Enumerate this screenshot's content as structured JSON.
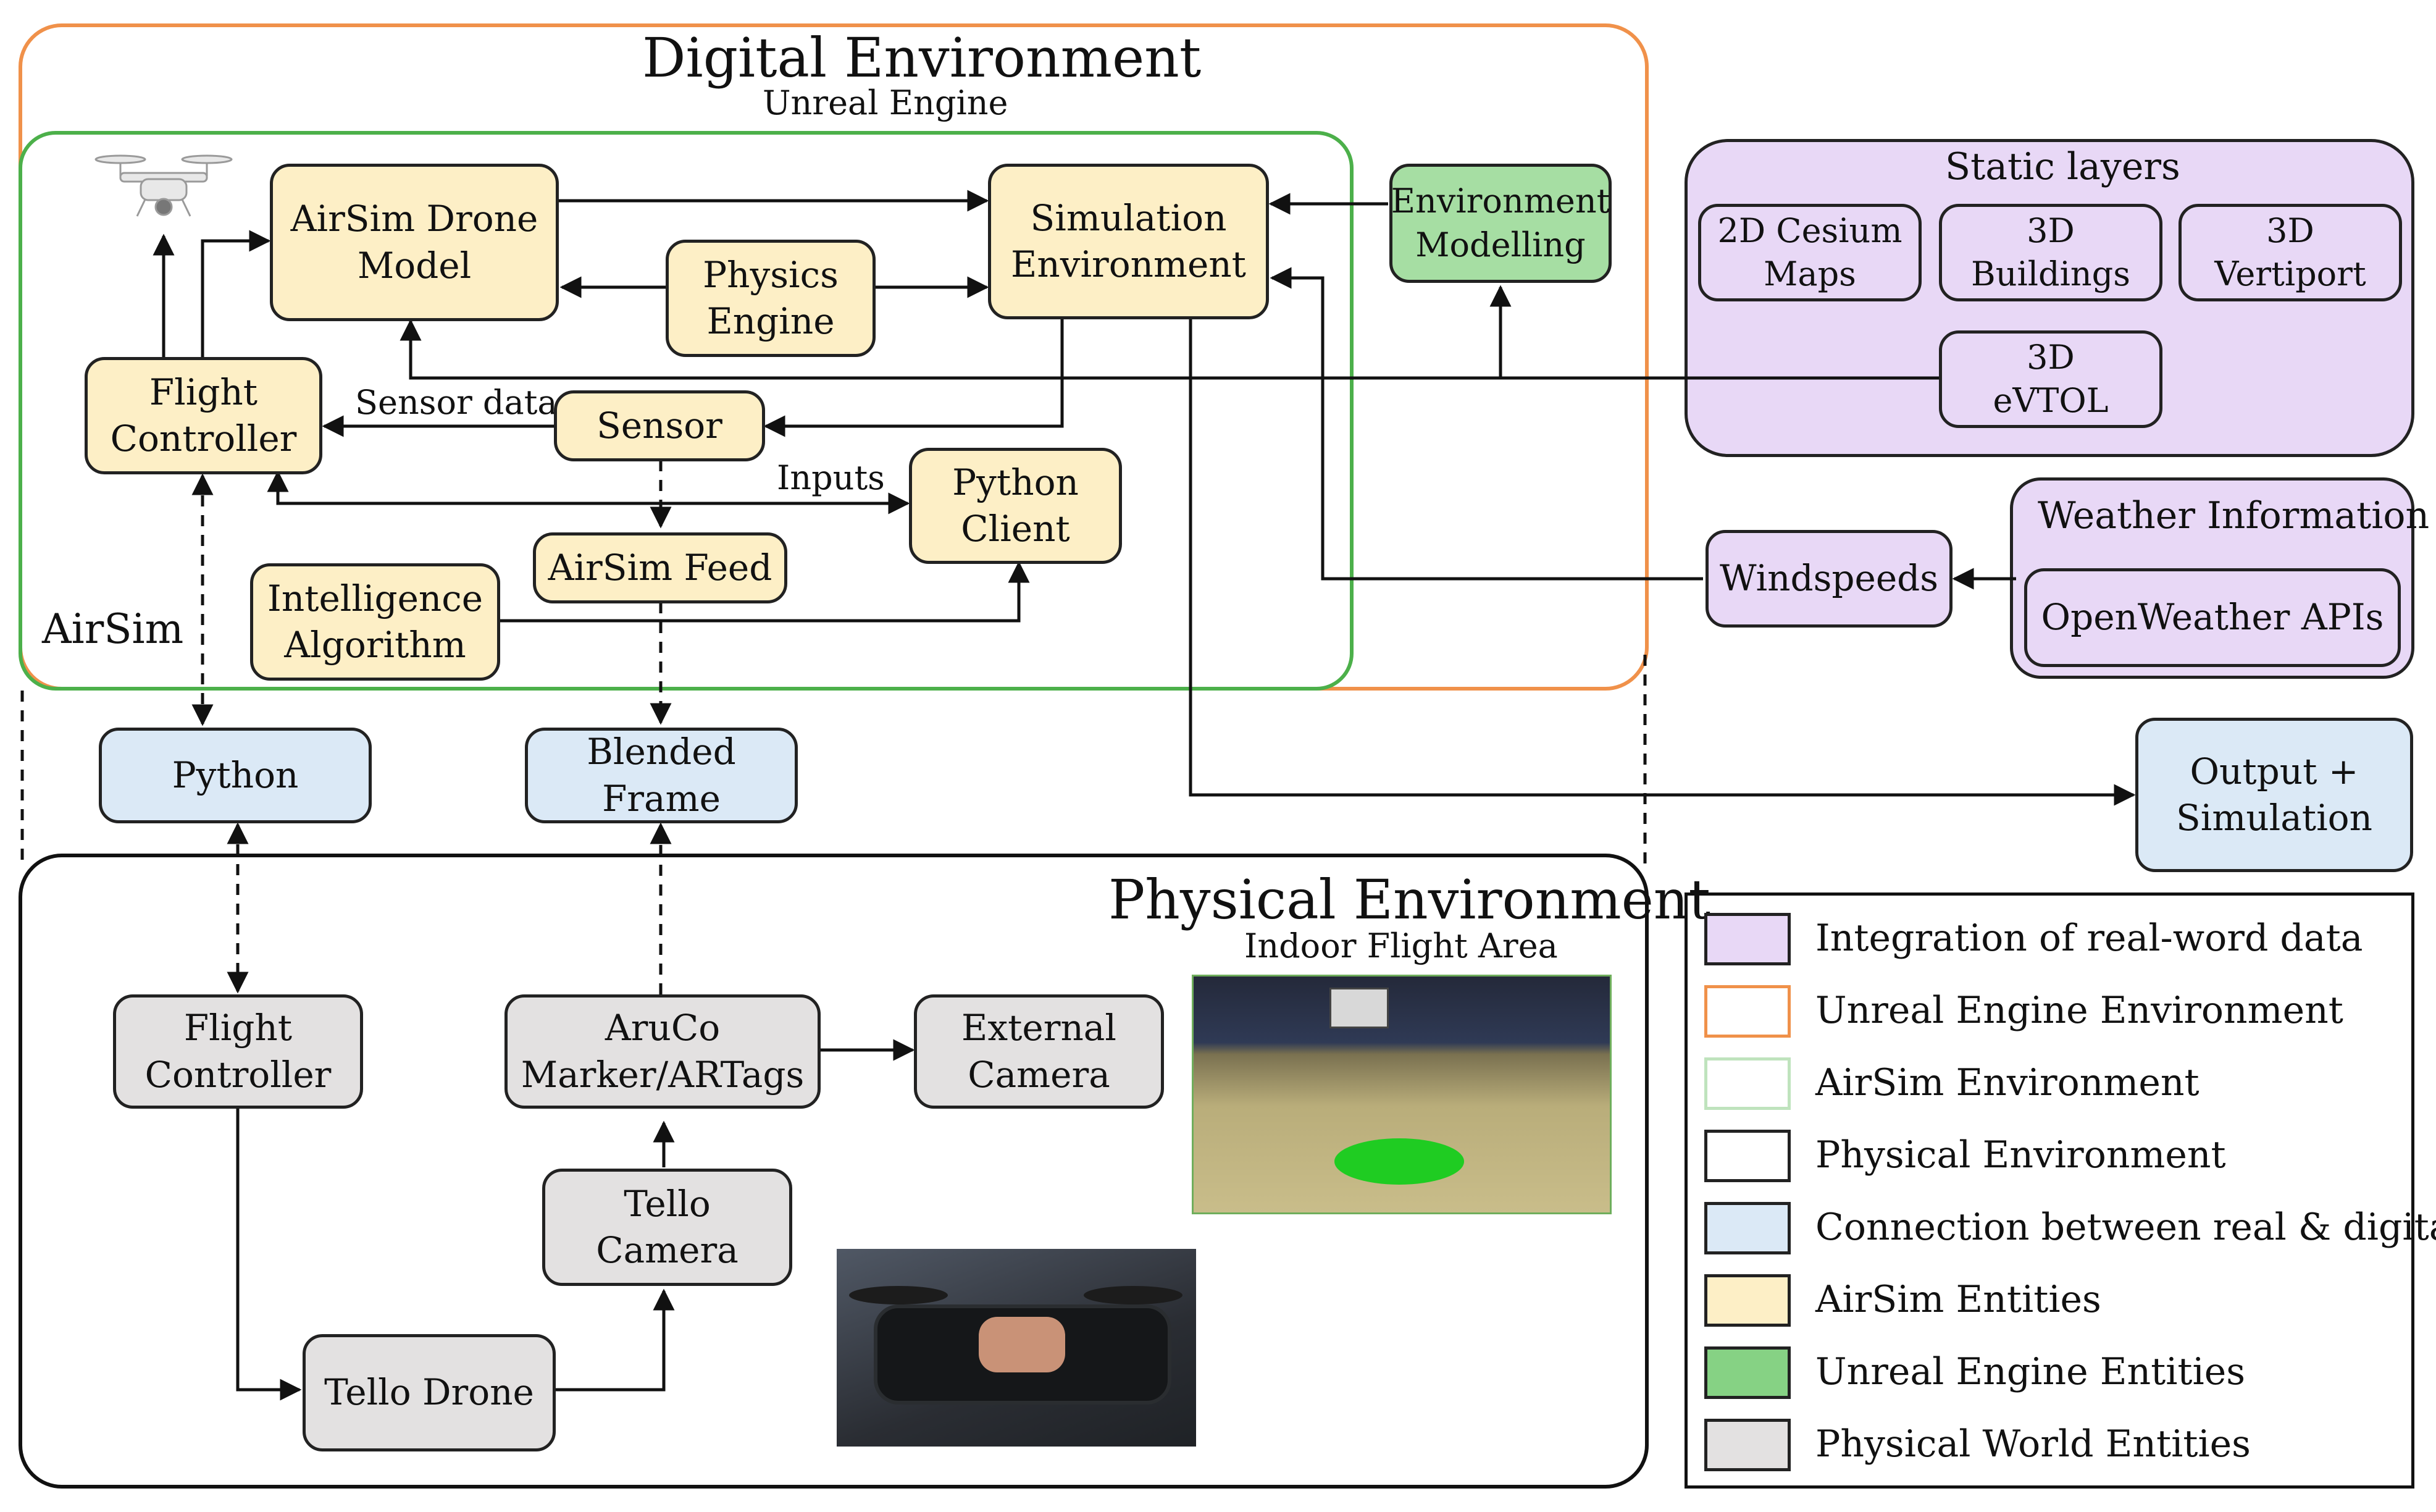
{
  "digital": {
    "title": "Digital Environment",
    "subtitle": "Unreal Engine"
  },
  "airsim_label": "AirSim",
  "physical": {
    "title": "Physical Environment",
    "subtitle": "Indoor Flight Area"
  },
  "nodes": {
    "airsim_drone_model": [
      "AirSim Drone",
      "Model"
    ],
    "simulation_environment": [
      "Simulation",
      "Environment"
    ],
    "environment_modelling": [
      "Environment",
      "Modelling"
    ],
    "physics_engine": [
      "Physics",
      "Engine"
    ],
    "flight_controller_sim": [
      "Flight",
      "Controller"
    ],
    "sensor": [
      "Sensor"
    ],
    "python_client": [
      "Python",
      "Client"
    ],
    "airsim_feed": [
      "AirSim Feed"
    ],
    "intelligence_algorithm": [
      "Intelligence",
      "Algorithm"
    ],
    "python": [
      "Python"
    ],
    "blended_frame": [
      "Blended",
      "Frame"
    ],
    "flight_controller_phys": [
      "Flight",
      "Controller"
    ],
    "aruco": [
      "AruCo",
      "Marker/ARTags"
    ],
    "external_camera": [
      "External",
      "Camera"
    ],
    "tello_camera": [
      "Tello",
      "Camera"
    ],
    "tello_drone": [
      "Tello Drone"
    ],
    "output_simulation": [
      "Output +",
      "Simulation"
    ],
    "windspeeds": [
      "Windspeeds"
    ],
    "openweather": [
      "OpenWeather APIs"
    ],
    "cesium_maps": [
      "2D Cesium",
      "Maps"
    ],
    "buildings": [
      "3D",
      "Buildings"
    ],
    "vertiport": [
      "3D",
      "Vertiport"
    ],
    "evtol": [
      "3D",
      "eVTOL"
    ]
  },
  "groups": {
    "static_layers": "Static layers",
    "weather_information": "Weather Information"
  },
  "edge_labels": {
    "sensor_data": "Sensor data",
    "inputs": "Inputs"
  },
  "legend": [
    {
      "label": "Integration of real-word data",
      "color": "#e8d8f6",
      "border": "#222222"
    },
    {
      "label": "Unreal Engine Environment",
      "color": "#ffffff",
      "border": "#f0914a"
    },
    {
      "label": "AirSim Environment",
      "color": "#ffffff",
      "border": "#bfe3bd"
    },
    {
      "label": "Physical Environment",
      "color": "#ffffff",
      "border": "#222222"
    },
    {
      "label": "Connection between real & digital",
      "color": "#dbe9f6",
      "border": "#222222"
    },
    {
      "label": "AirSim Entities",
      "color": "#fdefc6",
      "border": "#222222"
    },
    {
      "label": "Unreal Engine Entities",
      "color": "#86d284",
      "border": "#222222"
    },
    {
      "label": "Physical World Entities",
      "color": "#e3e1e1",
      "border": "#222222"
    }
  ],
  "colors": {
    "unreal_border": "#f0914a",
    "airsim_border": "#4cb04a",
    "wire": "#111111"
  }
}
